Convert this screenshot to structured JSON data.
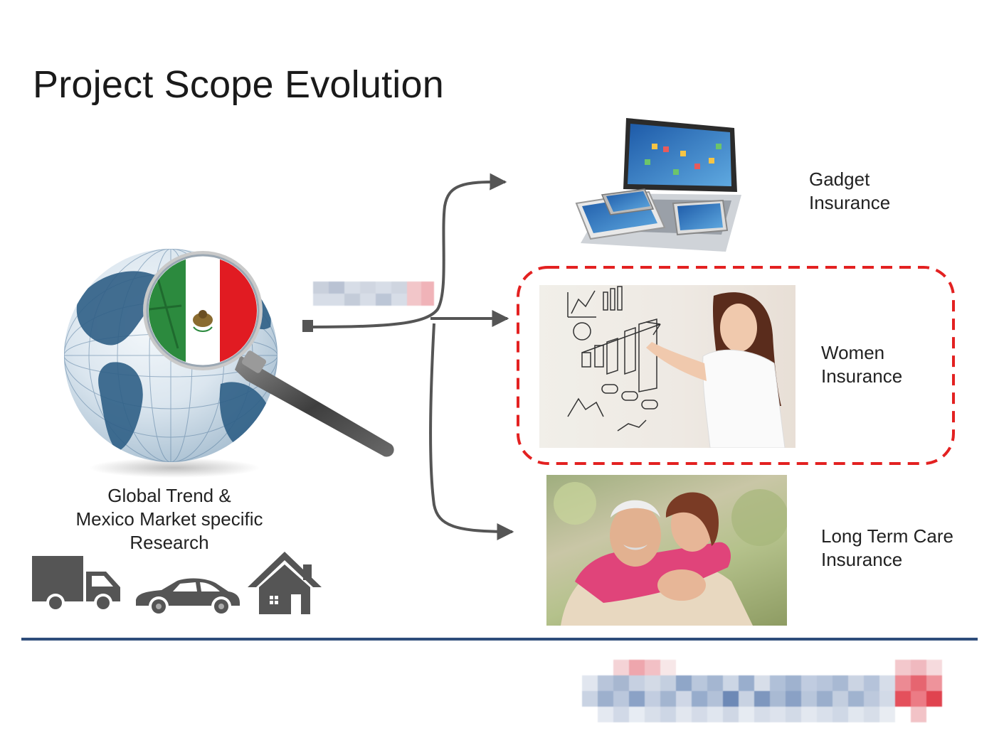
{
  "title": "Project Scope Evolution",
  "research": {
    "lines": [
      "Global Trend &",
      "Mexico Market specific",
      "Research"
    ]
  },
  "options": [
    {
      "lines": [
        "Gadget",
        "Insurance"
      ]
    },
    {
      "lines": [
        "Women",
        "Insurance"
      ]
    },
    {
      "lines": [
        "Long Term Care",
        "Insurance"
      ]
    }
  ],
  "colors": {
    "accent_red": "#e32121",
    "rule_blue": "#2e4d7b",
    "icon_gray": "#555555",
    "arrow_gray": "#555555"
  },
  "icons": [
    "globe-with-mexico-flag-magnifier-icon",
    "truck-icon",
    "car-icon",
    "house-icon",
    "devices-image",
    "woman-drawing-charts-image",
    "elderly-couple-image"
  ]
}
